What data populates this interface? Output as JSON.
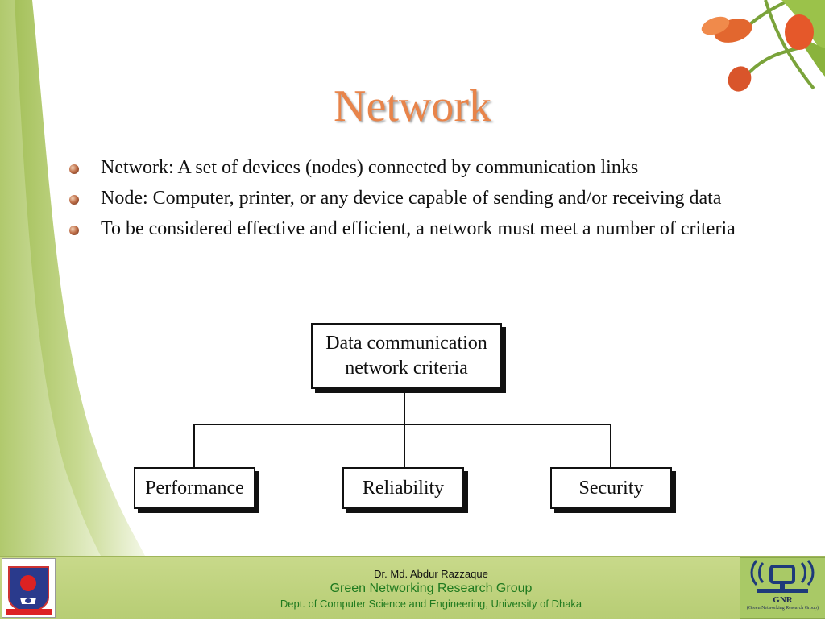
{
  "slide": {
    "title": "Network",
    "bullets": [
      "Network: A set of devices (nodes) connected by communication links",
      "Node: Computer, printer, or any device capable of sending and/or receiving data",
      "To be considered effective and efficient, a network must meet a number of criteria"
    ]
  },
  "diagram": {
    "root": [
      "Data communication",
      "network criteria"
    ],
    "children": [
      "Performance",
      "Reliability",
      "Security"
    ]
  },
  "footer": {
    "author": "Dr. Md. Abdur Razzaque",
    "group": "Green Networking Research Group",
    "dept": "Dept. of Computer Science and Engineering, University of Dhaka",
    "gnr_logo_text": "GNR",
    "gnr_logo_subtext": "(Green Networking Research Group)"
  },
  "colors": {
    "title": "#e8844a",
    "footer_bg": "#c8d98a",
    "footer_green_text": "#1f7a1f",
    "left_panel_green": "#a9c456"
  }
}
